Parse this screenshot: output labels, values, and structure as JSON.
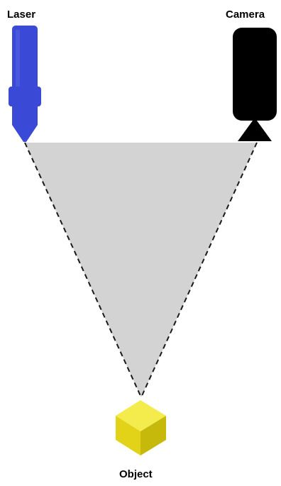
{
  "labels": {
    "laser": "Laser",
    "camera": "Camera",
    "object": "Object"
  },
  "colors": {
    "laser": "#3a49d6",
    "camera": "#000000",
    "beam_region": "#d3d3d3",
    "beam_lines": "#1a1a1a",
    "object_top": "#f4ec4c",
    "object_front": "#e3d318",
    "object_side": "#c7b90c"
  },
  "icons": {
    "laser": "laser-emitter-icon",
    "camera": "camera-icon",
    "object": "cube-icon"
  }
}
